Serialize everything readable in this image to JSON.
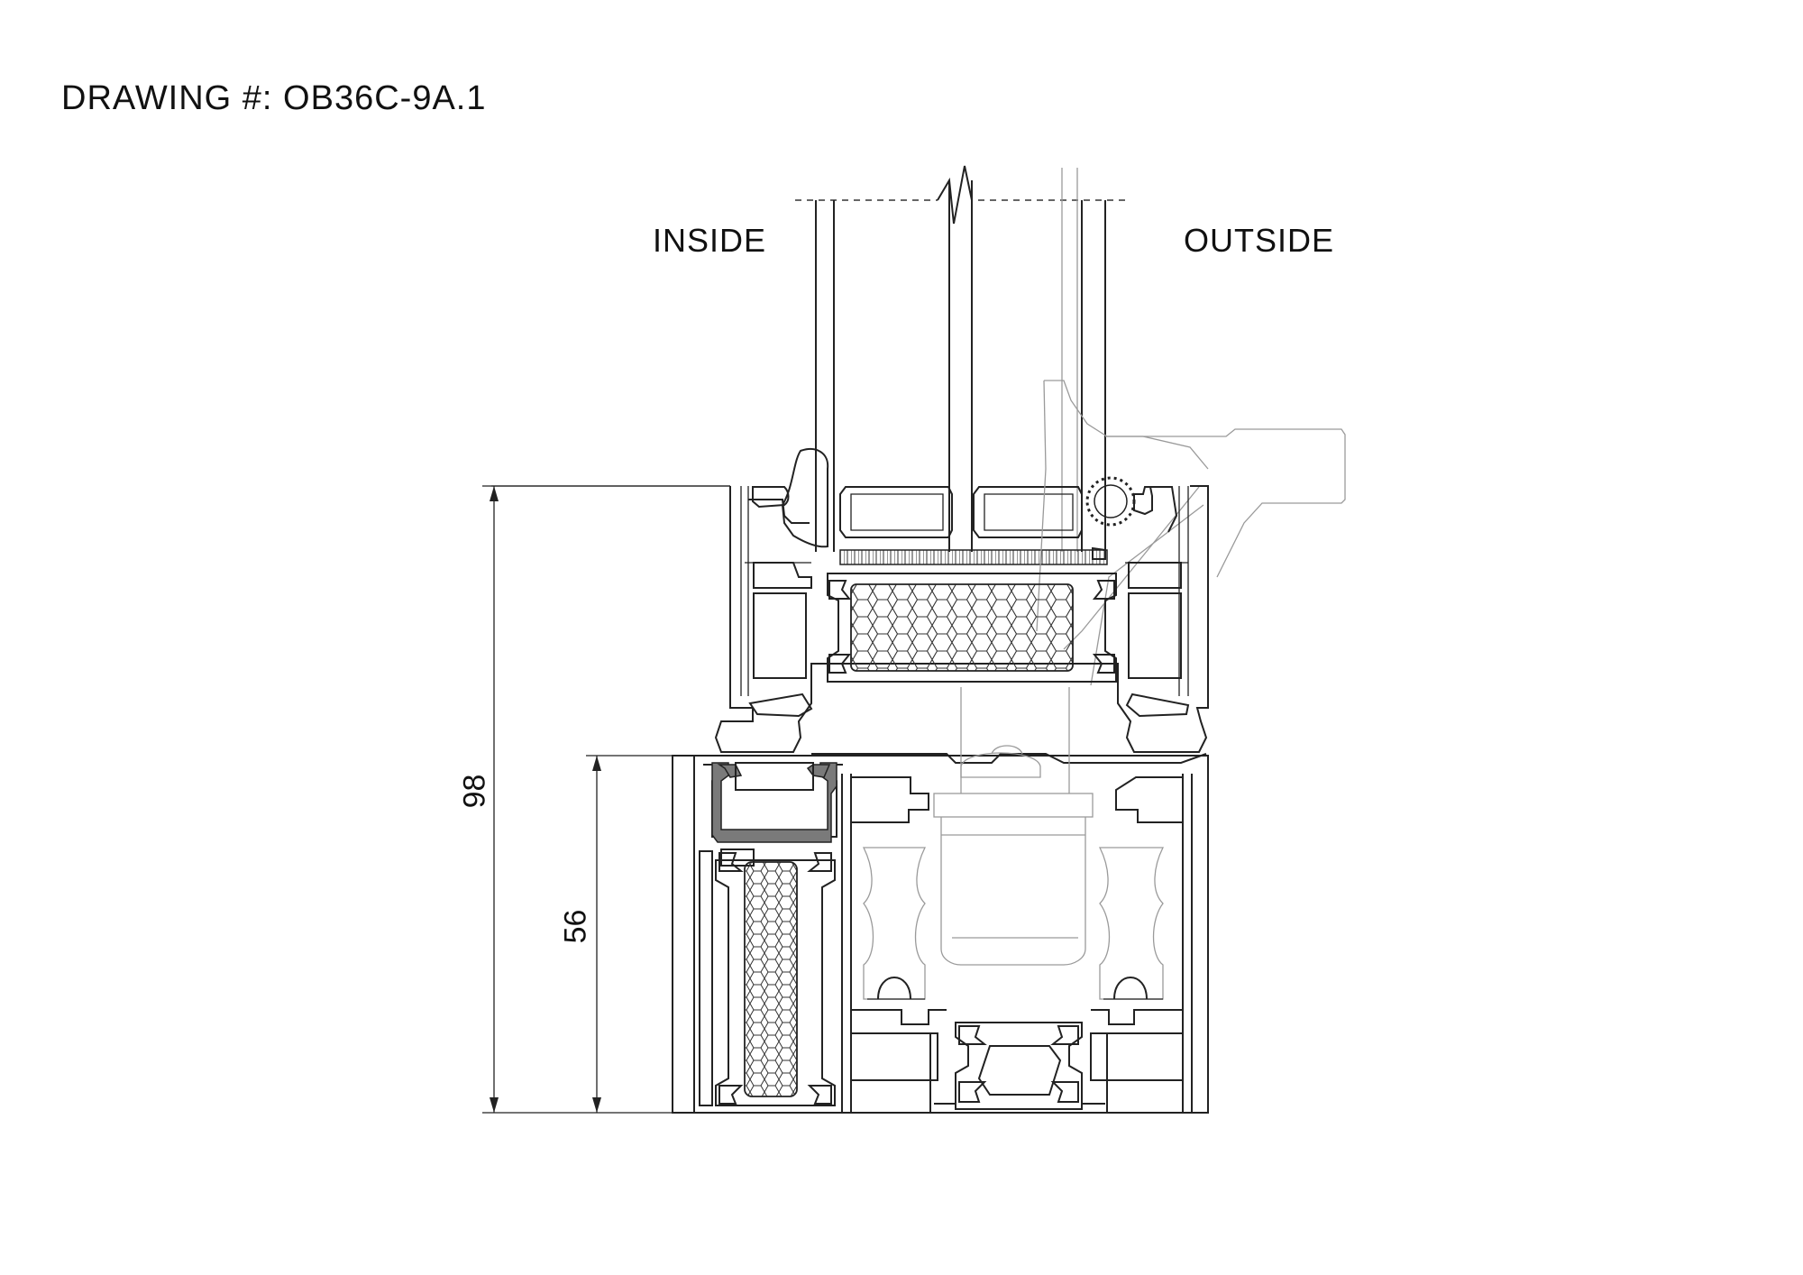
{
  "drawing": {
    "number_label": "DRAWING #: OB36C-9A.1"
  },
  "labels": {
    "inside": "INSIDE",
    "outside": "OUTSIDE"
  },
  "dimensions": {
    "overall_height": "98",
    "frame_height": "56"
  },
  "colors": {
    "line": "#222222",
    "hidden_line": "#9a9a9a",
    "gasket_fill": "#7a7a7a"
  }
}
